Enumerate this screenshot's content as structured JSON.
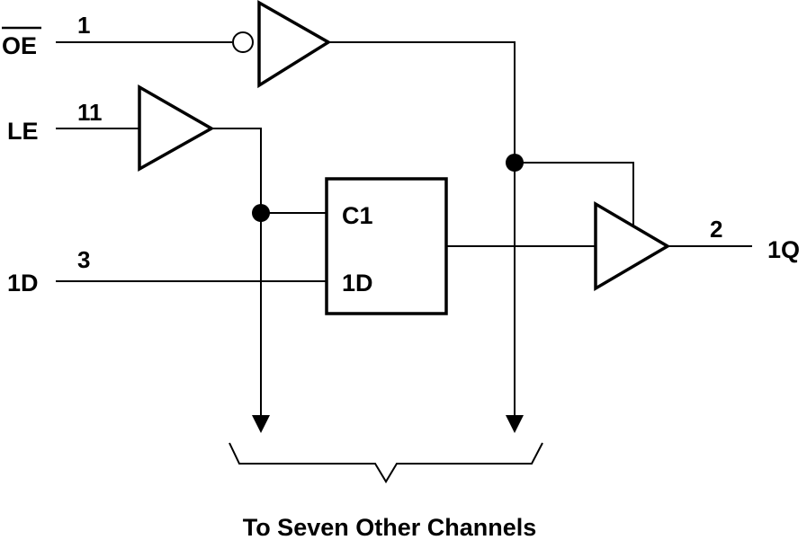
{
  "signals": {
    "oe": "OE",
    "le": "LE",
    "d_in": "1D",
    "q_out": "1Q"
  },
  "pins": {
    "oe": "1",
    "le": "11",
    "d_in": "3",
    "q_out": "2"
  },
  "latch": {
    "clock_label": "C1",
    "data_label": "1D"
  },
  "footer": "To Seven Other Channels"
}
